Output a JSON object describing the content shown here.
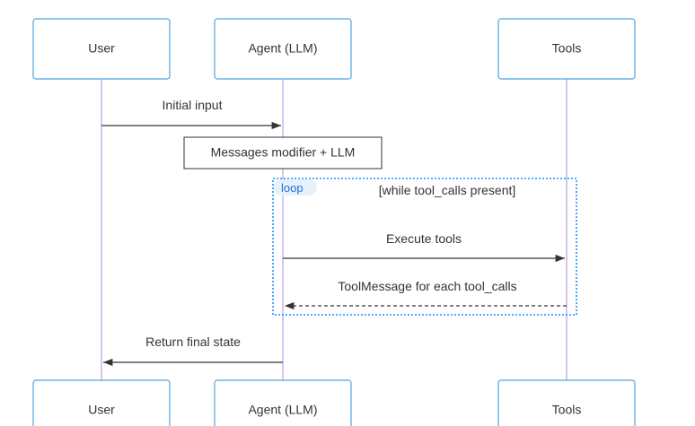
{
  "participants": [
    {
      "id": "user",
      "label": "User"
    },
    {
      "id": "agent",
      "label": "Agent (LLM)"
    },
    {
      "id": "tools",
      "label": "Tools"
    }
  ],
  "messages": [
    {
      "label": "Initial input",
      "from": "user",
      "to": "agent",
      "style": "solid"
    },
    {
      "label": "Execute tools",
      "from": "agent",
      "to": "tools",
      "style": "solid"
    },
    {
      "label": "ToolMessage for each tool_calls",
      "from": "tools",
      "to": "agent",
      "style": "dashed"
    },
    {
      "label": "Return final state",
      "from": "agent",
      "to": "user",
      "style": "solid"
    }
  ],
  "note": {
    "text": "Messages modifier + LLM",
    "over": "agent"
  },
  "loop": {
    "tag": "loop",
    "condition": "[while tool_calls present]"
  },
  "colors": {
    "actor_border": "#4fa3e0",
    "lifeline": "#c9b8ec",
    "loop_frame": "#1e90ff",
    "text": "#333333"
  }
}
